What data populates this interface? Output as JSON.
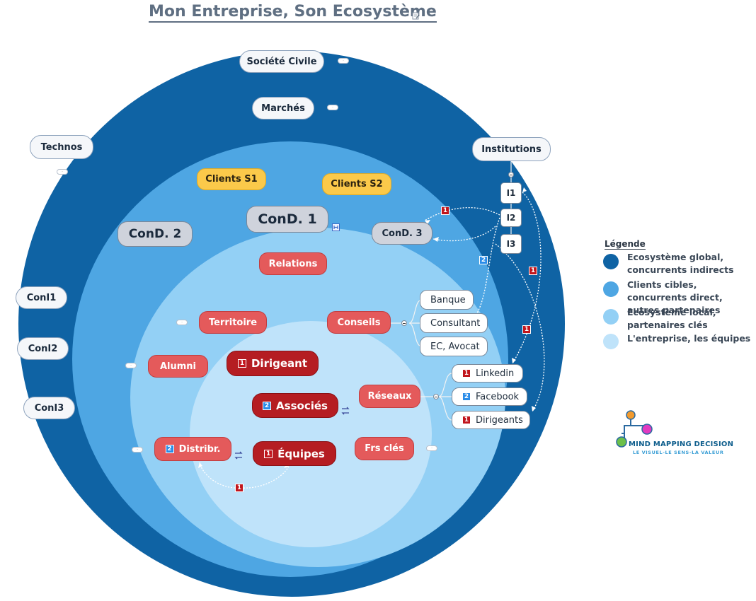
{
  "title": "Mon Entreprise, Son Ecosystème",
  "colors": {
    "ring_outer": "#0f63a4",
    "ring_second": "#4ea6e3",
    "ring_third": "#93d0f5",
    "ring_inner": "#bfe3fa",
    "node_red": "#e45a5b",
    "node_dark_red": "#b51d22",
    "node_yellow": "#fbc94a",
    "node_gray": "#cfd3dc"
  },
  "nodes": {
    "societe_civile": "Société Civile",
    "marches": "Marchés",
    "technos": "Technos",
    "institutions": "Institutions",
    "i1": "I1",
    "i2": "I2",
    "i3": "I3",
    "clients_s1": "Clients S1",
    "clients_s2": "Clients S2",
    "cond1": "ConD. 1",
    "cond2": "ConD. 2",
    "cond3": "ConD. 3",
    "coni1": "ConI1",
    "coni2": "ConI2",
    "coni3": "ConI3",
    "relations": "Relations",
    "territoire": "Territoire",
    "conseils": "Conseils",
    "banque": "Banque",
    "consultant": "Consultant",
    "ec_avocat": "EC, Avocat",
    "alumni": "Alumni",
    "dirigeant": "Dirigeant",
    "associes": "Associés",
    "reseaux": "Réseaux",
    "linkedin": "Linkedin",
    "facebook": "Facebook",
    "dirigeants": "Dirigeants",
    "distribr": "Distribr.",
    "equipes": "Équipes",
    "frs_cles": "Frs clés"
  },
  "badges": {
    "one": "1",
    "two": "2"
  },
  "legend": {
    "title": "Légende",
    "items": [
      {
        "label": "Ecosystème global, concurrents indirects",
        "color": "#0f63a4"
      },
      {
        "label": "Clients cibles, concurrents direct, autres partenaires",
        "color": "#4ea6e3"
      },
      {
        "label": "Ecosystème local, partenaires clés",
        "color": "#93d0f5"
      },
      {
        "label": "L'entreprise, les équipes",
        "color": "#bfe3fa"
      }
    ]
  },
  "logo": {
    "name": "MIND MAPPING DECISION",
    "tagline": "LE VISUEL-LE SENS-LA VALEUR"
  }
}
